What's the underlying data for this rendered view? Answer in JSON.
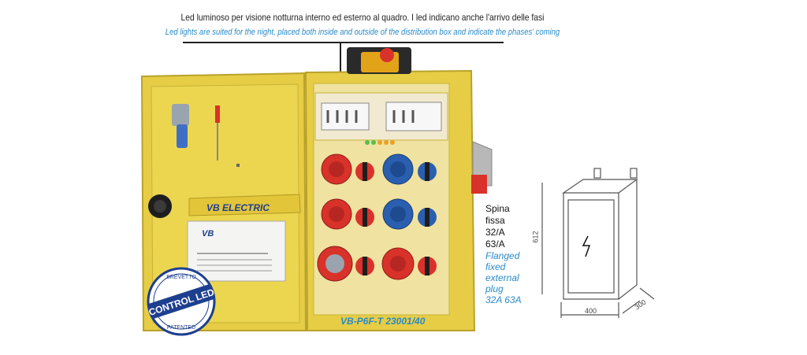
{
  "caption": {
    "italian": "Led luminoso per visione notturna interno ed esterno al quadro. I led indicano anche l'arrivo delle fasi",
    "english": "Led lights are suited for the night, placed both inside and outside of the distribution box and indicate the phases' coming"
  },
  "plug": {
    "it_lines": [
      "Spina",
      "fissa",
      "32/A",
      "63/A"
    ],
    "en_lines": [
      "Flanged",
      "fixed",
      "external",
      "plug",
      "32A 63A"
    ]
  },
  "model": "VB-P6F-T 23001/40",
  "brand": {
    "logo_text": "VB ELECTRIC",
    "label_logo": "VB"
  },
  "badge": {
    "top": "BREVETTO",
    "center": "CONTROL LED",
    "bottom": "PATENTED"
  },
  "drawing": {
    "height_label": "612",
    "width_label": "400",
    "depth_label": "300"
  },
  "colors": {
    "enclosure_yellow": "#e8d24a",
    "socket_red": "#d9322a",
    "socket_blue": "#2a5fb0",
    "accent_blue": "#2a8ac8"
  }
}
